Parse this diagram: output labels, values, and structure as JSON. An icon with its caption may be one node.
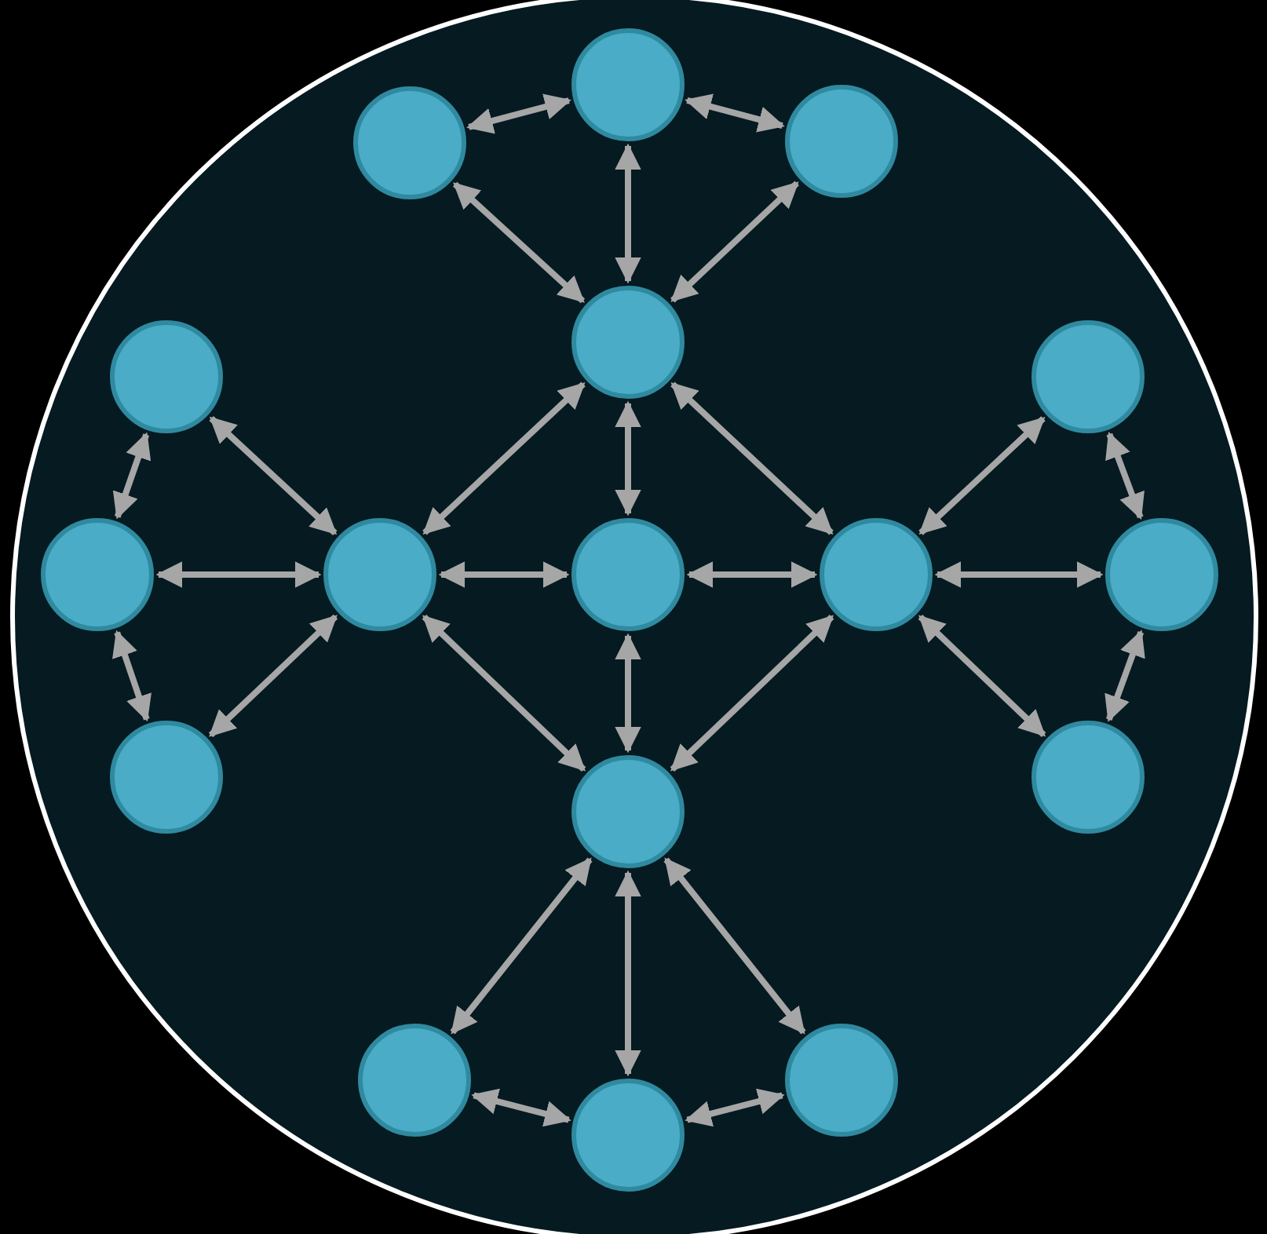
{
  "diagram": {
    "nodes": [
      {
        "text": [],
        "shape": "circle"
      },
      {
        "text": [],
        "shape": "circle"
      },
      {
        "text": [],
        "shape": "circle"
      },
      {
        "text": [],
        "shape": "circle"
      },
      {
        "text": [],
        "shape": "circle"
      },
      {
        "text": [],
        "shape": "circle"
      },
      {
        "text": [],
        "shape": "circle"
      },
      {
        "text": [],
        "shape": "circle"
      },
      {
        "text": [],
        "shape": "circle"
      },
      {
        "text": [],
        "shape": "circle"
      },
      {
        "text": [],
        "shape": "circle"
      },
      {
        "text": [],
        "shape": "circle"
      },
      {
        "text": [],
        "shape": "circle"
      },
      {
        "text": [],
        "shape": "circle"
      },
      {
        "text": [],
        "shape": "circle"
      },
      {
        "text": [],
        "shape": "circle"
      },
      {
        "text": [],
        "shape": "circle"
      }
    ],
    "edges": [
      {
        "from": 1,
        "to": 0,
        "arrow": "both"
      },
      {
        "from": 0,
        "to": 2,
        "arrow": "both"
      },
      {
        "from": 0,
        "to": 3,
        "arrow": "both"
      },
      {
        "from": 1,
        "to": 3,
        "arrow": "both"
      },
      {
        "from": 2,
        "to": 3,
        "arrow": "both"
      },
      {
        "from": 3,
        "to": 7,
        "arrow": "both"
      },
      {
        "from": 3,
        "to": 8,
        "arrow": "both"
      },
      {
        "from": 3,
        "to": 9,
        "arrow": "both"
      },
      {
        "from": 4,
        "to": 6,
        "arrow": "both"
      },
      {
        "from": 4,
        "to": 7,
        "arrow": "both"
      },
      {
        "from": 6,
        "to": 7,
        "arrow": "both"
      },
      {
        "from": 6,
        "to": 11,
        "arrow": "both"
      },
      {
        "from": 11,
        "to": 7,
        "arrow": "both"
      },
      {
        "from": 5,
        "to": 10,
        "arrow": "both"
      },
      {
        "from": 5,
        "to": 9,
        "arrow": "both"
      },
      {
        "from": 10,
        "to": 9,
        "arrow": "both"
      },
      {
        "from": 10,
        "to": 12,
        "arrow": "both"
      },
      {
        "from": 12,
        "to": 9,
        "arrow": "both"
      },
      {
        "from": 7,
        "to": 8,
        "arrow": "both"
      },
      {
        "from": 8,
        "to": 9,
        "arrow": "both"
      },
      {
        "from": 8,
        "to": 13,
        "arrow": "both"
      },
      {
        "from": 7,
        "to": 13,
        "arrow": "both"
      },
      {
        "from": 9,
        "to": 13,
        "arrow": "both"
      },
      {
        "from": 13,
        "to": 14,
        "arrow": "both"
      },
      {
        "from": 13,
        "to": 16,
        "arrow": "both"
      },
      {
        "from": 13,
        "to": 15,
        "arrow": "both"
      },
      {
        "from": 14,
        "to": 16,
        "arrow": "both"
      },
      {
        "from": 16,
        "to": 15,
        "arrow": "both"
      }
    ]
  }
}
